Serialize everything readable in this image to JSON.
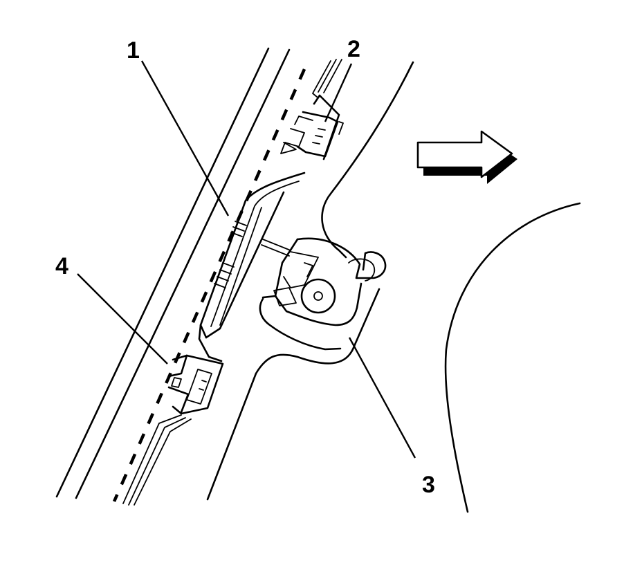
{
  "callouts": [
    {
      "id": "1",
      "label": "1"
    },
    {
      "id": "2",
      "label": "2"
    },
    {
      "id": "3",
      "label": "3"
    },
    {
      "id": "4",
      "label": "4"
    }
  ],
  "icons": {
    "direction_arrow": "right-arrow-icon"
  },
  "colors": {
    "line": "#000000",
    "background": "#ffffff"
  }
}
